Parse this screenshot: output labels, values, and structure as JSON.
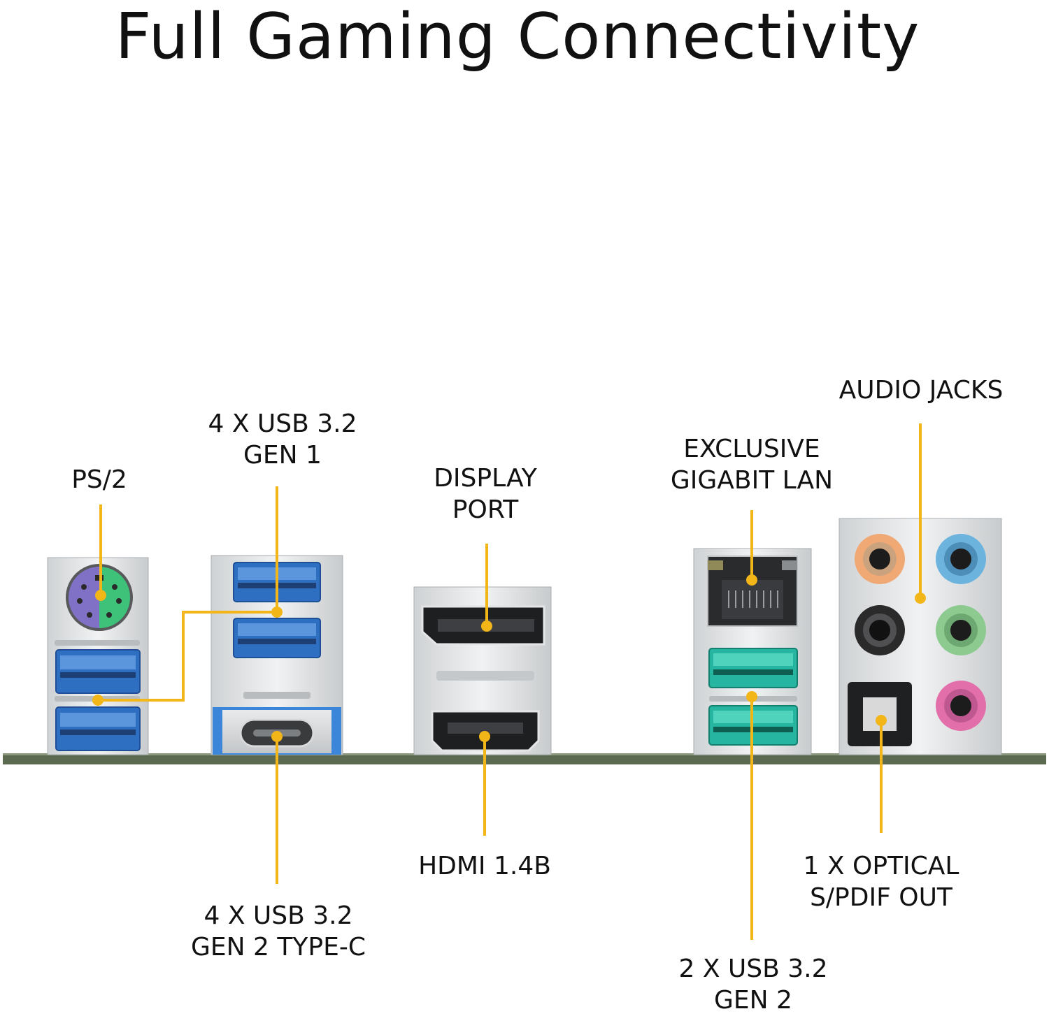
{
  "title": "Full Gaming Connectivity",
  "labels": {
    "ps2": [
      "PS/2"
    ],
    "usb_gen1": [
      "4 X USB 3.2",
      "GEN 1"
    ],
    "usb_typec": [
      "4 X USB 3.2",
      "GEN 2 TYPE-C"
    ],
    "displayport": [
      "DISPLAY",
      "PORT"
    ],
    "hdmi": [
      "HDMI 1.4B"
    ],
    "lan": [
      "EXCLUSIVE",
      "GIGABIT LAN"
    ],
    "usb_gen2": [
      "2 X USB 3.2",
      "GEN 2"
    ],
    "audio": [
      "AUDIO JACKS"
    ],
    "optical": [
      "1 X OPTICAL",
      "S/PDIF OUT"
    ]
  },
  "colors": {
    "callout": "#f2b619",
    "usb3_blue": "#2f6fc2",
    "usb_gen2_teal": "#25b5a0",
    "ps2_purple": "#7b6cc0",
    "ps2_green": "#3ec076",
    "audio_orange": "#f0a974",
    "audio_blue": "#6cb3de",
    "audio_black": "#2a2a2a",
    "audio_green": "#8cca8f",
    "audio_pink": "#e26fa9",
    "pcb": "#5c6a52"
  }
}
